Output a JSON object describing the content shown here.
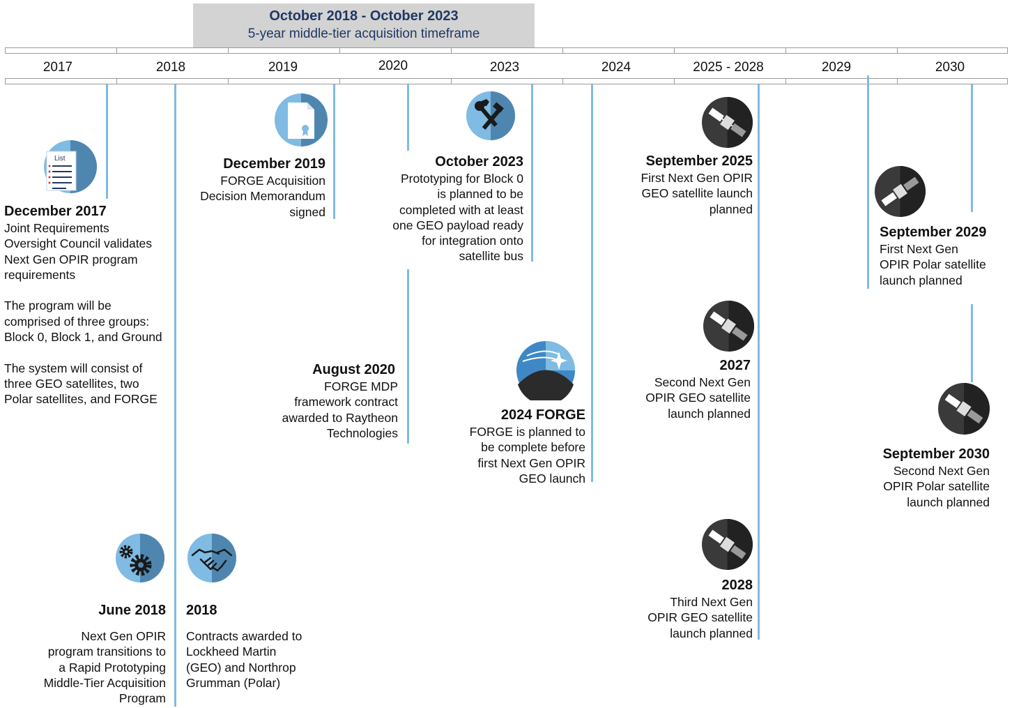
{
  "banner": {
    "line1": "October 2018 - October 2023",
    "line2": "5-year middle-tier acquisition timeframe"
  },
  "years": [
    "2017",
    "2018",
    "2019",
    "2020",
    "2023",
    "2024",
    "2025 - 2028",
    "2029",
    "2030"
  ],
  "events": {
    "dec2017": {
      "title": "December 2017",
      "desc": "Joint Requirements\nOversight Council validates\nNext Gen OPIR program\nrequirements\n\nThe program will be\ncomprised of three groups:\nBlock 0, Block 1, and Ground\n\nThe system will consist of\nthree GEO satellites, two\nPolar satellites, and FORGE"
    },
    "jun2018": {
      "title": "June 2018",
      "desc": "Next Gen OPIR\nprogram transitions to\na Rapid Prototyping\nMiddle-Tier Acquisition\nProgram"
    },
    "y2018": {
      "title": "2018",
      "desc": "Contracts awarded to\nLockheed Martin\n(GEO) and Northrop\nGrumman (Polar)"
    },
    "dec2019": {
      "title": "December 2019",
      "desc": "FORGE Acquisition\nDecision Memorandum\nsigned"
    },
    "aug2020": {
      "title": "August 2020",
      "desc": "FORGE MDP\nframework contract\nawarded to Raytheon\nTechnologies"
    },
    "oct2023": {
      "title": "October 2023",
      "desc": "Prototyping for Block 0\nis planned to be\ncompleted with at least\none GEO payload ready\nfor integration onto\nsatellite bus"
    },
    "forge2024": {
      "title": "2024 FORGE",
      "desc": "FORGE is planned to\nbe complete before\nfirst Next Gen OPIR\nGEO launch"
    },
    "sep2025": {
      "title": "September 2025",
      "desc": "First Next Gen OPIR\nGEO satellite launch\nplanned"
    },
    "y2027": {
      "title": "2027",
      "desc": "Second Next Gen\nOPIR GEO satellite\nlaunch planned"
    },
    "y2028": {
      "title": "2028",
      "desc": "Third Next Gen\nOPIR GEO satellite\nlaunch planned"
    },
    "sep2029": {
      "title": "September 2029",
      "desc": "First Next Gen\nOPIR Polar satellite\nlaunch planned"
    },
    "sep2030": {
      "title": "September 2030",
      "desc": "Second Next Gen\nOPIR Polar satellite\nlaunch planned"
    }
  },
  "icons": {
    "list_label": "List",
    "names": [
      "checklist-icon",
      "gears-icon",
      "handshake-icon",
      "document-seal-icon",
      "tools-icon",
      "planet-star-icon",
      "satellite-icon"
    ]
  },
  "colors": {
    "line": "#7fbbe3",
    "icon_light": "#7fbbe3",
    "icon_dark": "#2b2b2b",
    "navy": "#1f3864",
    "banner_bg": "#d3d3d3"
  }
}
